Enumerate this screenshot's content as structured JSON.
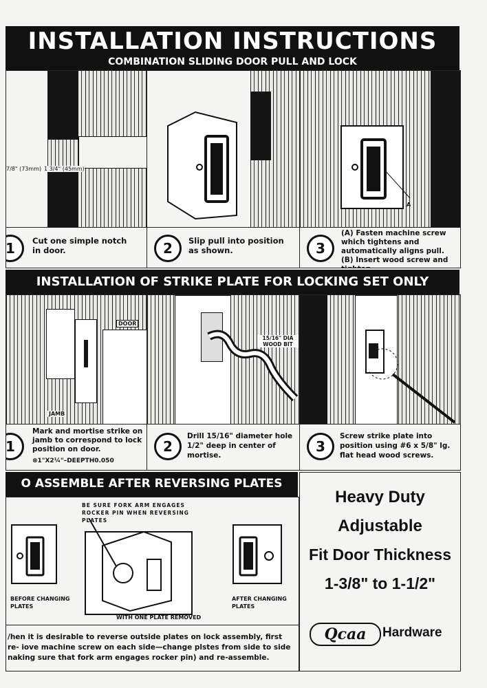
{
  "header": {
    "title": "INSTALLATION INSTRUCTIONS",
    "subtitle": "COMBINATION SLIDING DOOR PULL AND LOCK"
  },
  "section1": {
    "dims": {
      "dim_a": "7/8\" (73mm)",
      "dim_b": "1 3/4\" (45mm)"
    },
    "steps": [
      {
        "num": "1",
        "text": "Cut one simple notch in door."
      },
      {
        "num": "2",
        "text": "Slip pull into position as shown."
      },
      {
        "num": "3",
        "text": "(A) Fasten machine screw which tightens and automatically aligns pull. (B) Insert wood screw and tighten."
      }
    ],
    "label_a": "A"
  },
  "section2": {
    "title": "INSTALLATION OF STRIKE PLATE FOR LOCKING SET ONLY",
    "labels": {
      "door": "DOOR",
      "jamb": "JAMB",
      "bit": "15/16\" DIA WOOD BIT"
    },
    "steps": [
      {
        "num": "1",
        "text": "Mark and mortise strike on jamb to correspond to lock position on door.",
        "note": "⊗1\"X2¼\"–DEEPTH0.050"
      },
      {
        "num": "2",
        "text": "Drill 15/16\" diameter hole 1/2\" deep in center of mortise."
      },
      {
        "num": "3",
        "text": "Screw strike plate into position using #6 x 5/8\" lg. flat head wood screws."
      }
    ]
  },
  "section3": {
    "title": "O ASSEMBLE AFTER REVERSING PLATES",
    "fork_note": "BE SURE FORK ARM ENGAGES ROCKER PIN WHEN REVERSING PLATES",
    "before": "BEFORE CHANGING PLATES",
    "one_plate": "WITH ONE PLATE REMOVED",
    "after": "AFTER CHANGING PLATES",
    "paragraph": "/hen it is desirable to reverse outside plates on lock assembly, first re- iove machine screw on each side—change plstes from side to side naking sure that fork arm engages rocker pin) and re-assemble."
  },
  "product": {
    "line1": "Heavy Duty",
    "line2": "Adjustable",
    "line3": "Fit Door Thickness",
    "line4": "1-3/8\"  to  1-1/2\"",
    "brand_logo": "Qcaa",
    "brand_word": "Hardware"
  }
}
